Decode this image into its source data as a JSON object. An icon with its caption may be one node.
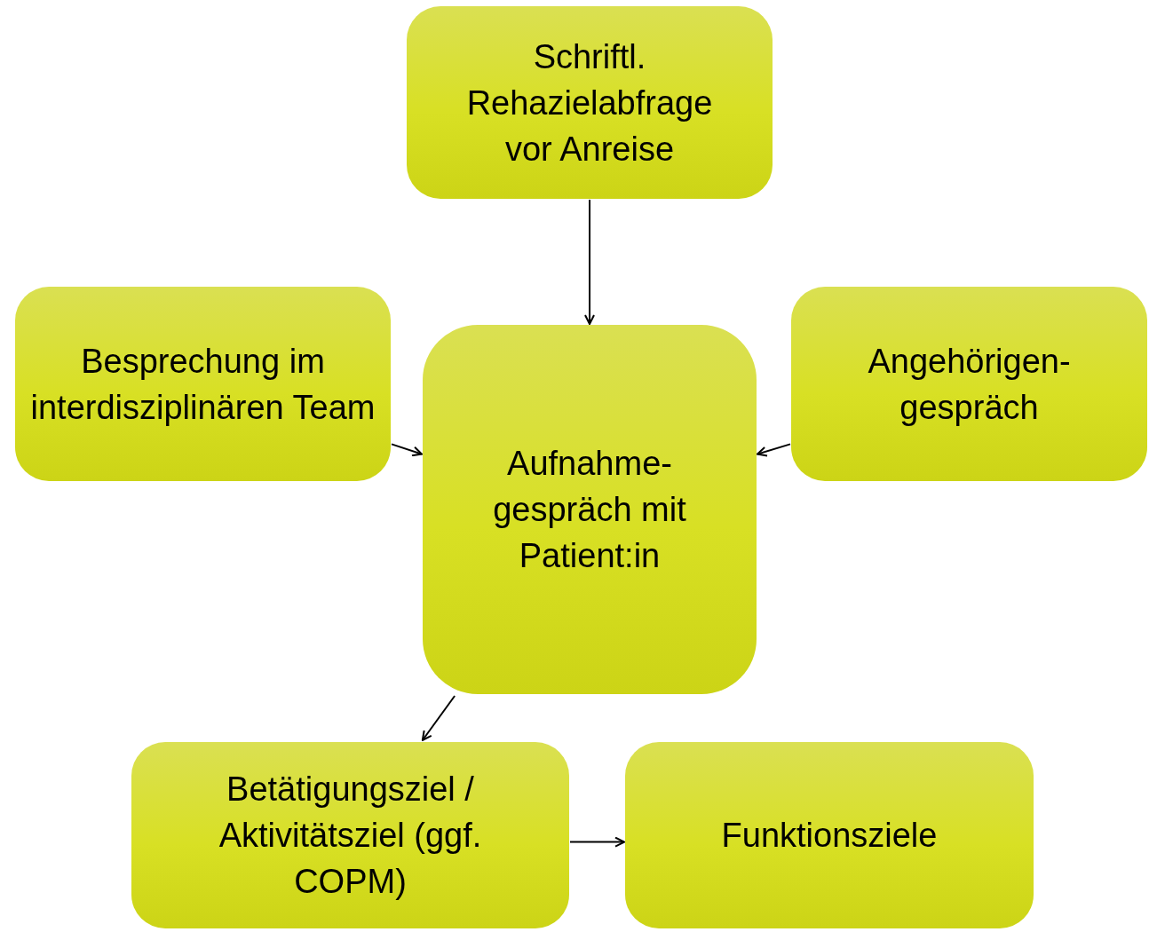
{
  "diagram": {
    "nodes": [
      {
        "text": [
          "Schriftl. Rehazielabfrage vor Anreise"
        ]
      },
      {
        "text": [
          "Besprechung im interdisziplinären Team"
        ]
      },
      {
        "text": [
          "Aufnahme-gespräch mit Patient:in"
        ]
      },
      {
        "text": [
          "Angehörigen-gespräch"
        ]
      },
      {
        "text": [
          "Betätigungsziel / Aktivitätsziel (ggf. COPM)"
        ]
      },
      {
        "text": [
          "Funktionsziele"
        ]
      }
    ],
    "edges": [
      {
        "from": 0,
        "to": 2,
        "arrow": "to"
      },
      {
        "from": 1,
        "to": 2,
        "arrow": "to"
      },
      {
        "from": 3,
        "to": 2,
        "arrow": "to"
      },
      {
        "from": 2,
        "to": 4,
        "arrow": "to"
      },
      {
        "from": 4,
        "to": 5,
        "arrow": "to"
      }
    ]
  }
}
